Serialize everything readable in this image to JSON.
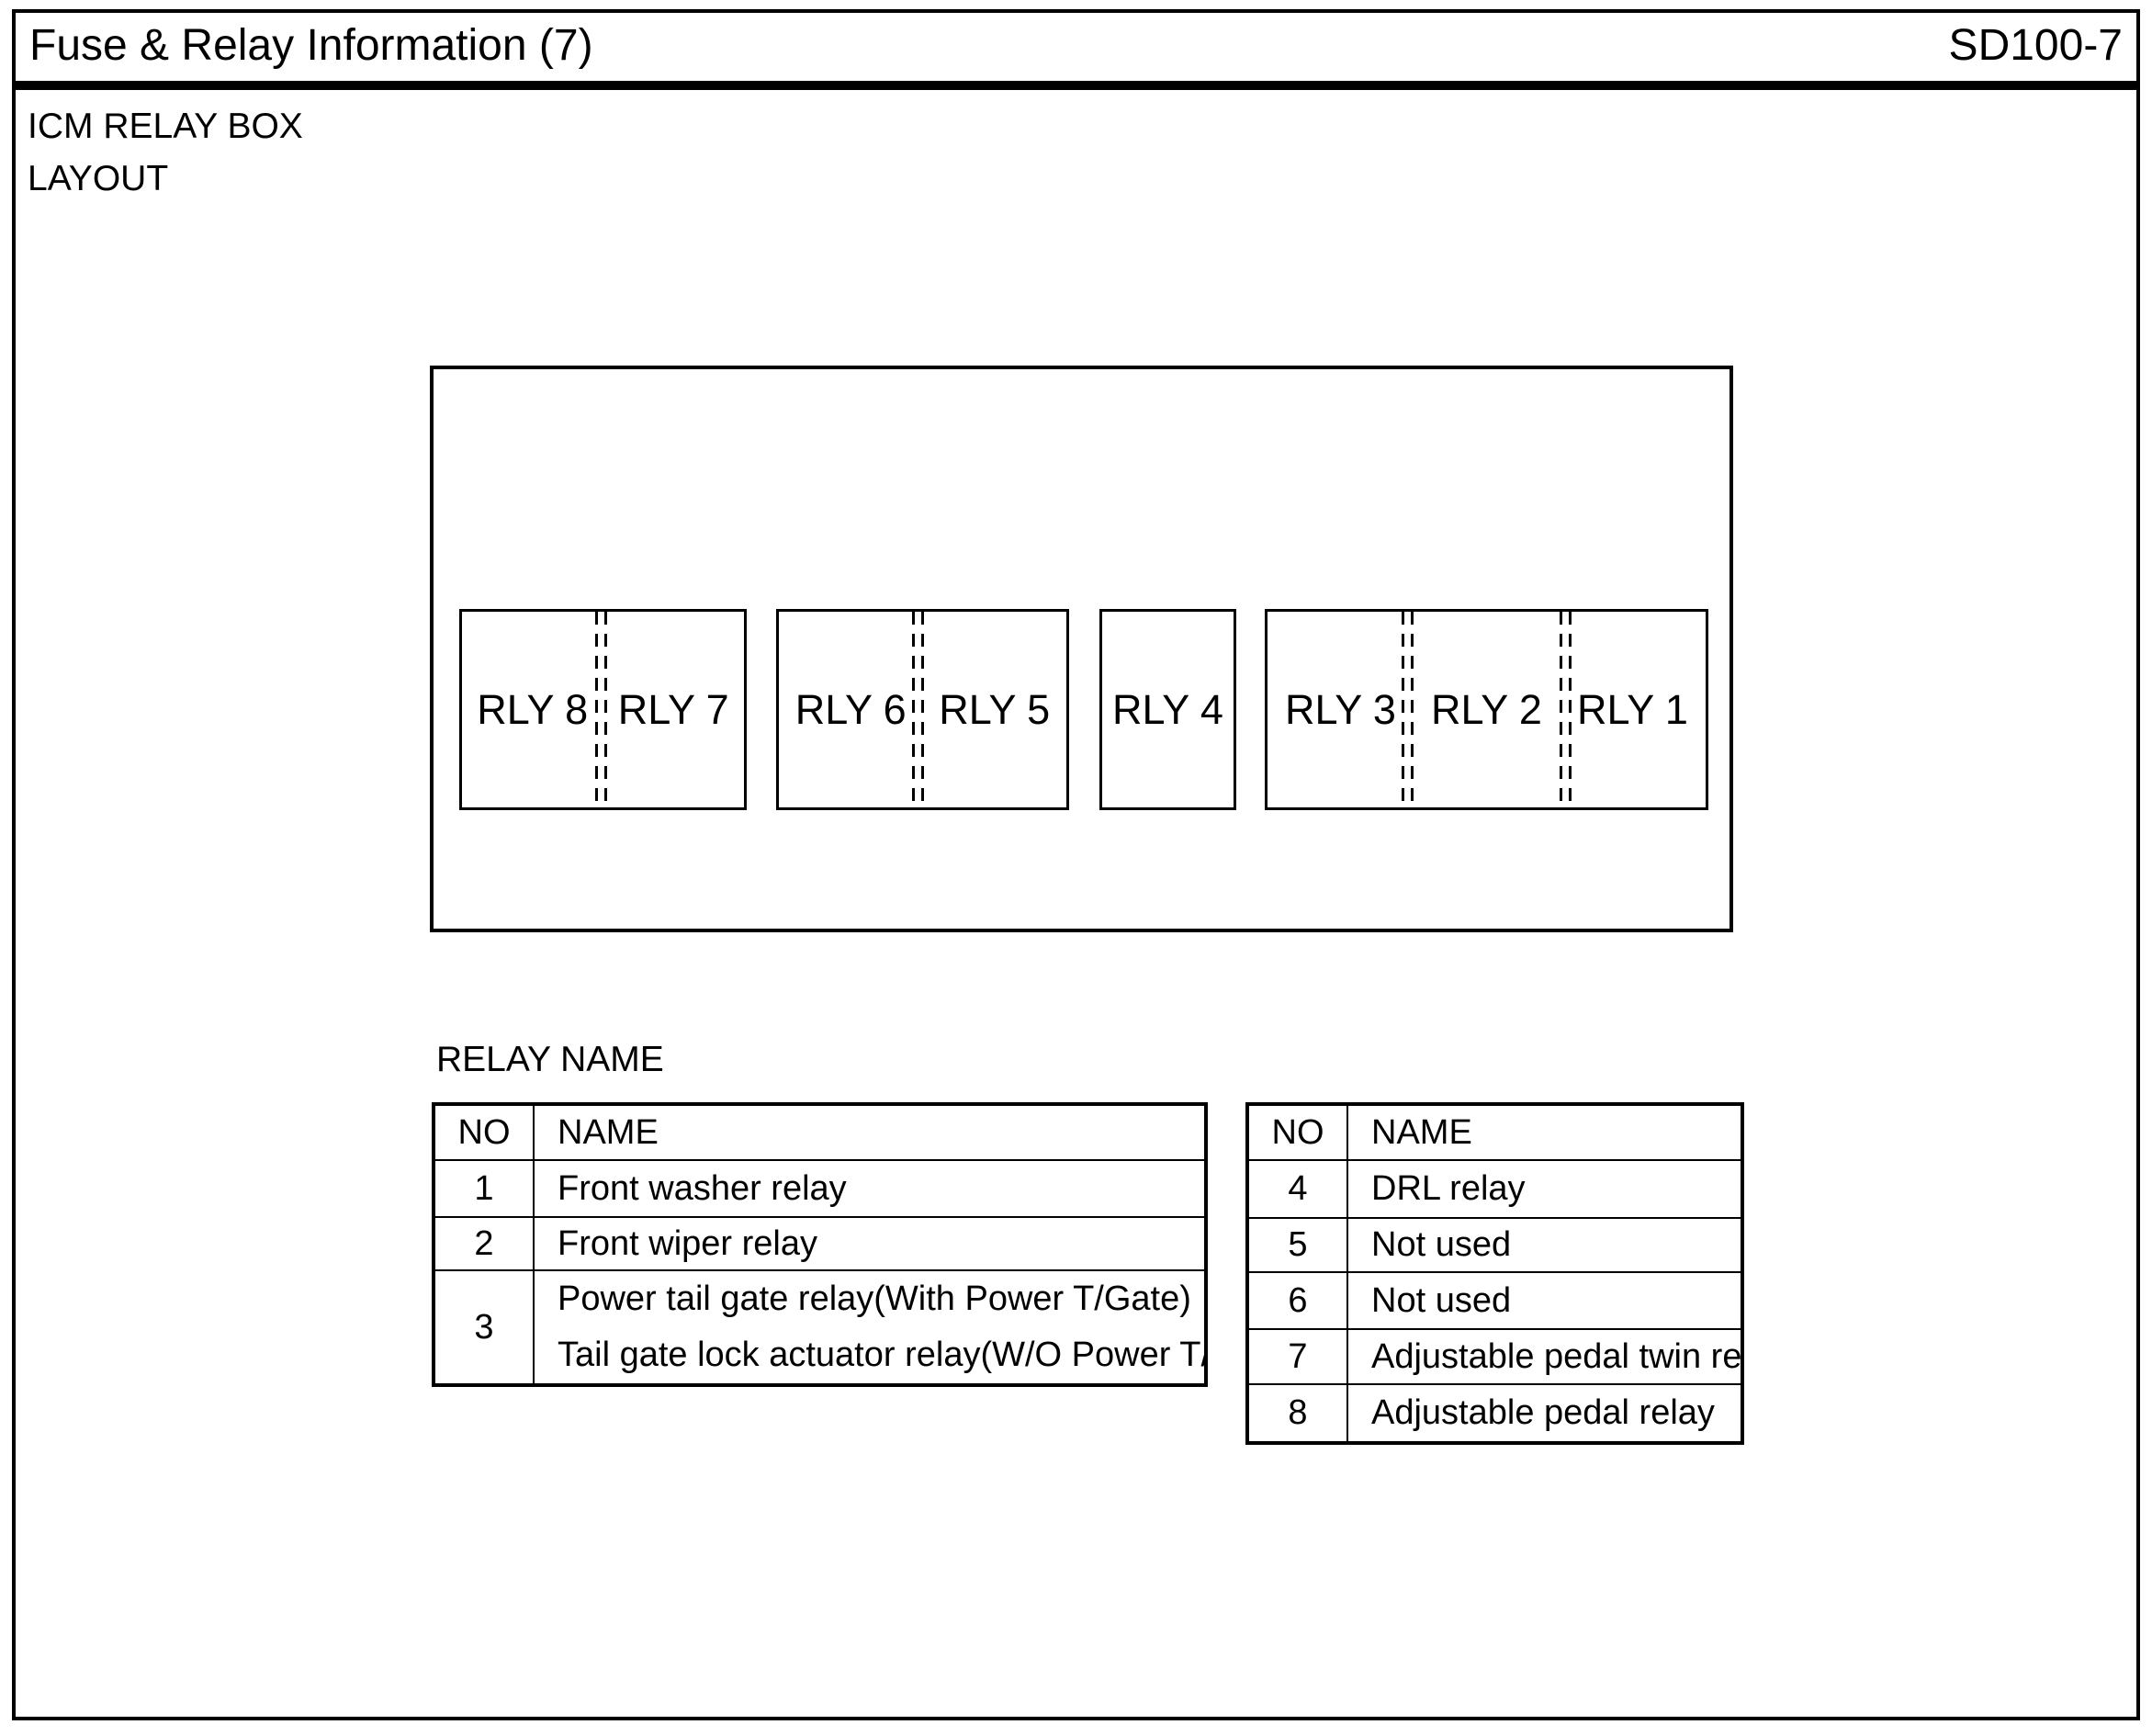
{
  "header": {
    "title": "Fuse & Relay Information (7)",
    "code": "SD100-7"
  },
  "section": {
    "line1": "ICM RELAY BOX",
    "line2": "LAYOUT"
  },
  "diagram": {
    "groups": [
      {
        "relays": [
          "RLY 8",
          "RLY 7"
        ]
      },
      {
        "relays": [
          "RLY 6",
          "RLY 5"
        ]
      },
      {
        "relays": [
          "RLY 4"
        ]
      },
      {
        "relays": [
          "RLY 3",
          "RLY 2",
          "RLY 1"
        ]
      }
    ]
  },
  "table_section_title": "RELAY NAME",
  "left_table": {
    "headers": [
      "NO",
      "NAME"
    ],
    "rows": [
      {
        "no": "1",
        "name": [
          "Front washer relay"
        ]
      },
      {
        "no": "2",
        "name": [
          "Front wiper relay"
        ]
      },
      {
        "no": "3",
        "name": [
          "Power tail gate relay(With Power T/Gate)",
          "Tail gate lock actuator relay(W/O Power T/Gate)"
        ]
      }
    ]
  },
  "right_table": {
    "headers": [
      "NO",
      "NAME"
    ],
    "rows": [
      {
        "no": "4",
        "name": [
          "DRL relay"
        ]
      },
      {
        "no": "5",
        "name": [
          "Not used"
        ]
      },
      {
        "no": "6",
        "name": [
          "Not used"
        ]
      },
      {
        "no": "7",
        "name": [
          "Adjustable pedal twin relay"
        ]
      },
      {
        "no": "8",
        "name": [
          "Adjustable pedal relay"
        ]
      }
    ]
  },
  "colors": {
    "ink": "#000000",
    "background": "#ffffff"
  }
}
